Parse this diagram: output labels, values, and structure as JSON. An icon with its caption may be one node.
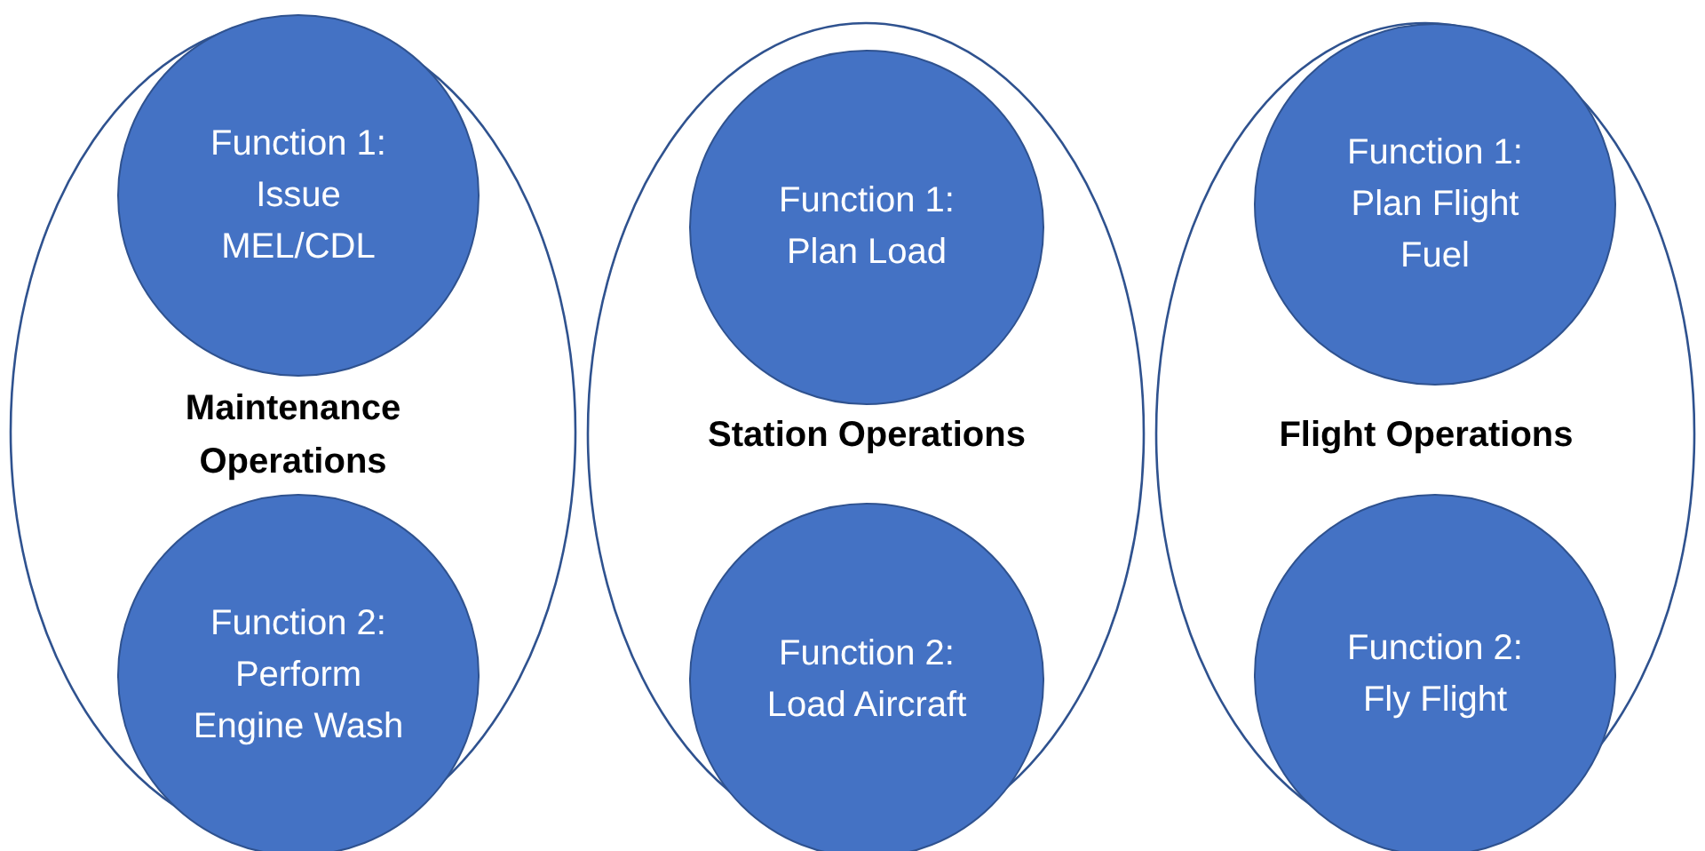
{
  "diagram": {
    "nodes": [
      {
        "text": [
          "Maintenance Operations"
        ]
      },
      {
        "text": [
          "Function 1: Issue MEL/CDL"
        ],
        "in": 0
      },
      {
        "text": [
          "Function 2: Perform Engine Wash"
        ],
        "in": 0
      },
      {
        "text": [
          "Station Operations"
        ]
      },
      {
        "text": [
          "Function 1: Plan Load"
        ],
        "in": 3
      },
      {
        "text": [
          "Function 2: Load Aircraft"
        ],
        "in": 3
      },
      {
        "text": [
          "Flight Operations"
        ]
      },
      {
        "text": [
          "Function 1: Plan Flight Fuel"
        ],
        "in": 6
      },
      {
        "text": [
          "Function 2: Fly Flight"
        ],
        "in": 6
      }
    ]
  }
}
